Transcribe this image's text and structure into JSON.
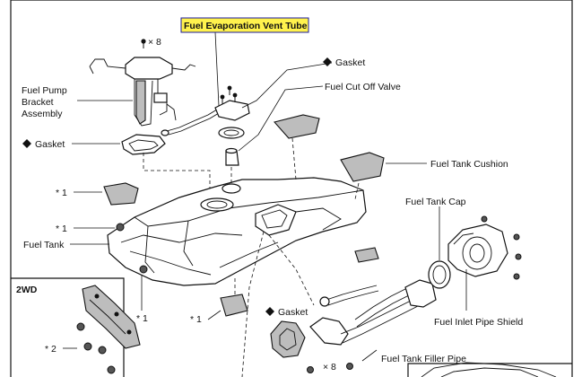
{
  "labels": {
    "fuel_evaporation_vent_tube": "Fuel Evaporation Vent Tube",
    "bolt_count_top": "× 8",
    "gasket_top": "Gasket",
    "fuel_cut_off_valve": "Fuel Cut Off Valve",
    "fuel_pump_bracket_assembly_line1": "Fuel Pump",
    "fuel_pump_bracket_assembly_line2": "Bracket",
    "fuel_pump_bracket_assembly_line3": "Assembly",
    "gasket_left": "Gasket",
    "fuel_tank_cushion": "Fuel Tank Cushion",
    "note_1_a": "* 1",
    "note_1_b": "* 1",
    "fuel_tank": "Fuel Tank",
    "fuel_tank_cap": "Fuel Tank Cap",
    "model_2wd": "2WD",
    "note_1_c": "* 1",
    "note_1_d": "* 1",
    "gasket_bottom": "Gasket",
    "fuel_inlet_pipe_shield": "Fuel Inlet Pipe Shield",
    "note_2": "* 2",
    "bolt_count_bottom": "× 8",
    "fuel_tank_filler_pipe": "Fuel Tank Filler Pipe"
  },
  "highlight_color": "#fff24d"
}
